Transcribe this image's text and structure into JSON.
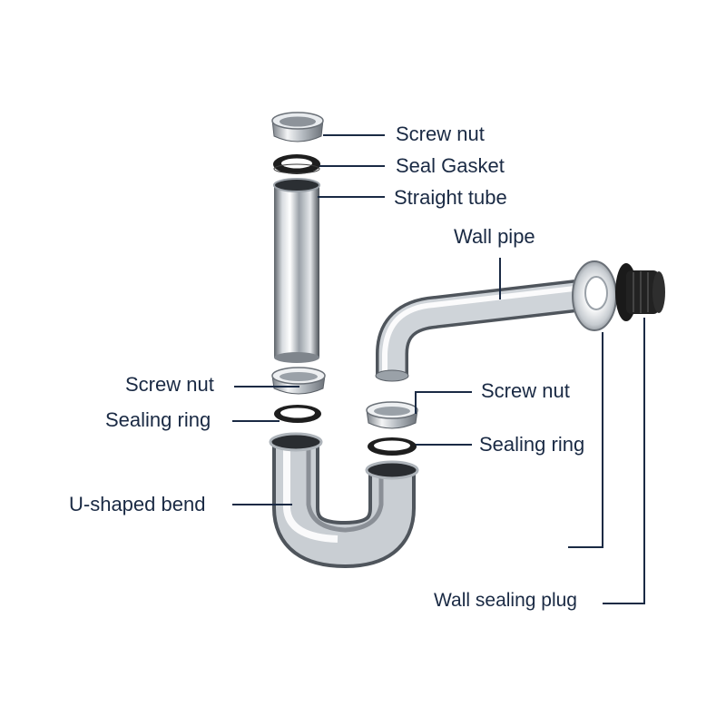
{
  "colors": {
    "background": "#ffffff",
    "label_text": "#1a2a44",
    "leader_line": "#1a2a44",
    "chrome_light": "#f2f4f6",
    "chrome_mid": "#b9bfc6",
    "chrome_dark": "#5b6168",
    "rubber": "#1e1e1e"
  },
  "labels": {
    "screw_nut_top": "Screw nut",
    "seal_gasket": "Seal Gasket",
    "straight_tube": "Straight tube",
    "wall_pipe": "Wall pipe",
    "screw_nut_left": "Screw nut",
    "sealing_ring_left": "Sealing ring",
    "screw_nut_right": "Screw nut",
    "sealing_ring_right": "Sealing ring",
    "u_shaped_bend": "U-shaped bend",
    "wall_sealing_plug": "Wall sealing plug"
  }
}
